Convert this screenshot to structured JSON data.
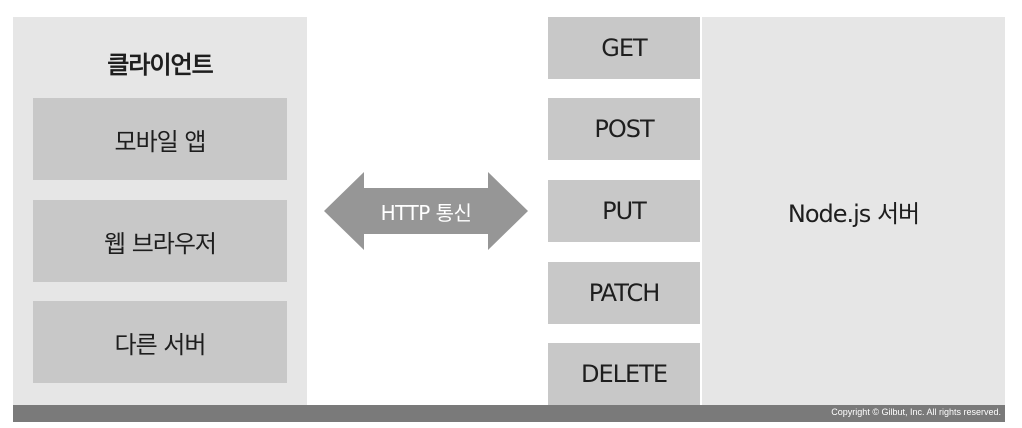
{
  "client": {
    "title": "클라이언트",
    "items": [
      {
        "label": "모바일 앱"
      },
      {
        "label": "웹 브라우저"
      },
      {
        "label": "다른 서버"
      }
    ]
  },
  "connection": {
    "label": "HTTP 통신"
  },
  "methods": [
    {
      "label": "GET"
    },
    {
      "label": "POST"
    },
    {
      "label": "PUT"
    },
    {
      "label": "PATCH"
    },
    {
      "label": "DELETE"
    }
  ],
  "server": {
    "label": "Node.js 서버"
  },
  "footer": {
    "copyright": "Copyright © Gilbut, Inc. All rights reserved."
  },
  "colors": {
    "panel": "#e6e6e6",
    "box": "#c8c8c8",
    "arrow": "#969696",
    "footer": "#7a7a7a"
  }
}
